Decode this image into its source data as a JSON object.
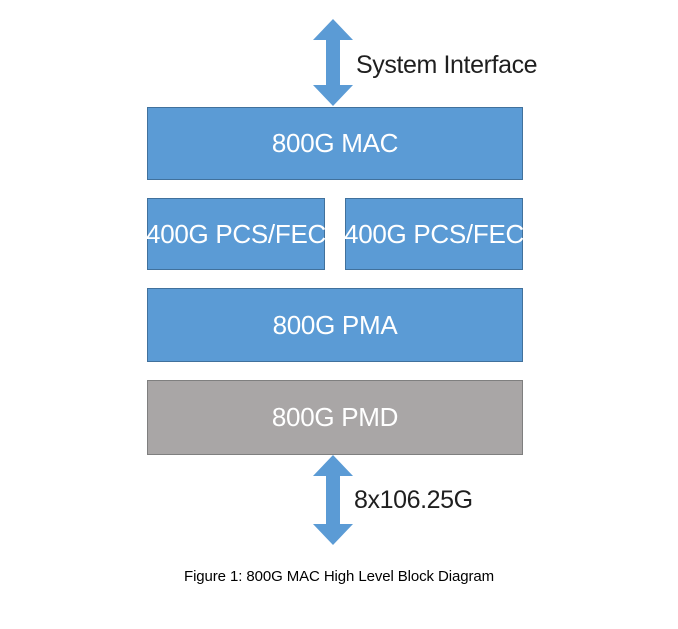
{
  "figure": {
    "top_interface": {
      "label": "System Interface",
      "icon": "up-down-arrow-icon"
    },
    "blocks": [
      {
        "id": "mac",
        "label": "800G MAC",
        "fill": "#5B9BD5",
        "stroke": "#41719C"
      },
      {
        "id": "pcs-left",
        "label": "400G PCS/FEC",
        "fill": "#5B9BD5",
        "stroke": "#41719C"
      },
      {
        "id": "pcs-right",
        "label": "400G PCS/FEC",
        "fill": "#5B9BD5",
        "stroke": "#41719C"
      },
      {
        "id": "pma",
        "label": "800G PMA",
        "fill": "#5B9BD5",
        "stroke": "#41719C"
      },
      {
        "id": "pmd",
        "label": "800G PMD",
        "fill": "#A9A6A6",
        "stroke": "#7F7F7F"
      }
    ],
    "bottom_interface": {
      "label": "8x106.25G",
      "icon": "up-down-arrow-icon"
    },
    "caption": "Figure 1: 800G MAC High Level Block Diagram",
    "colors": {
      "arrow": "#5B9BD5",
      "label_text": "#1F1F1F",
      "block_text": "#FFFFFF",
      "background": "#FFFFFF"
    }
  }
}
